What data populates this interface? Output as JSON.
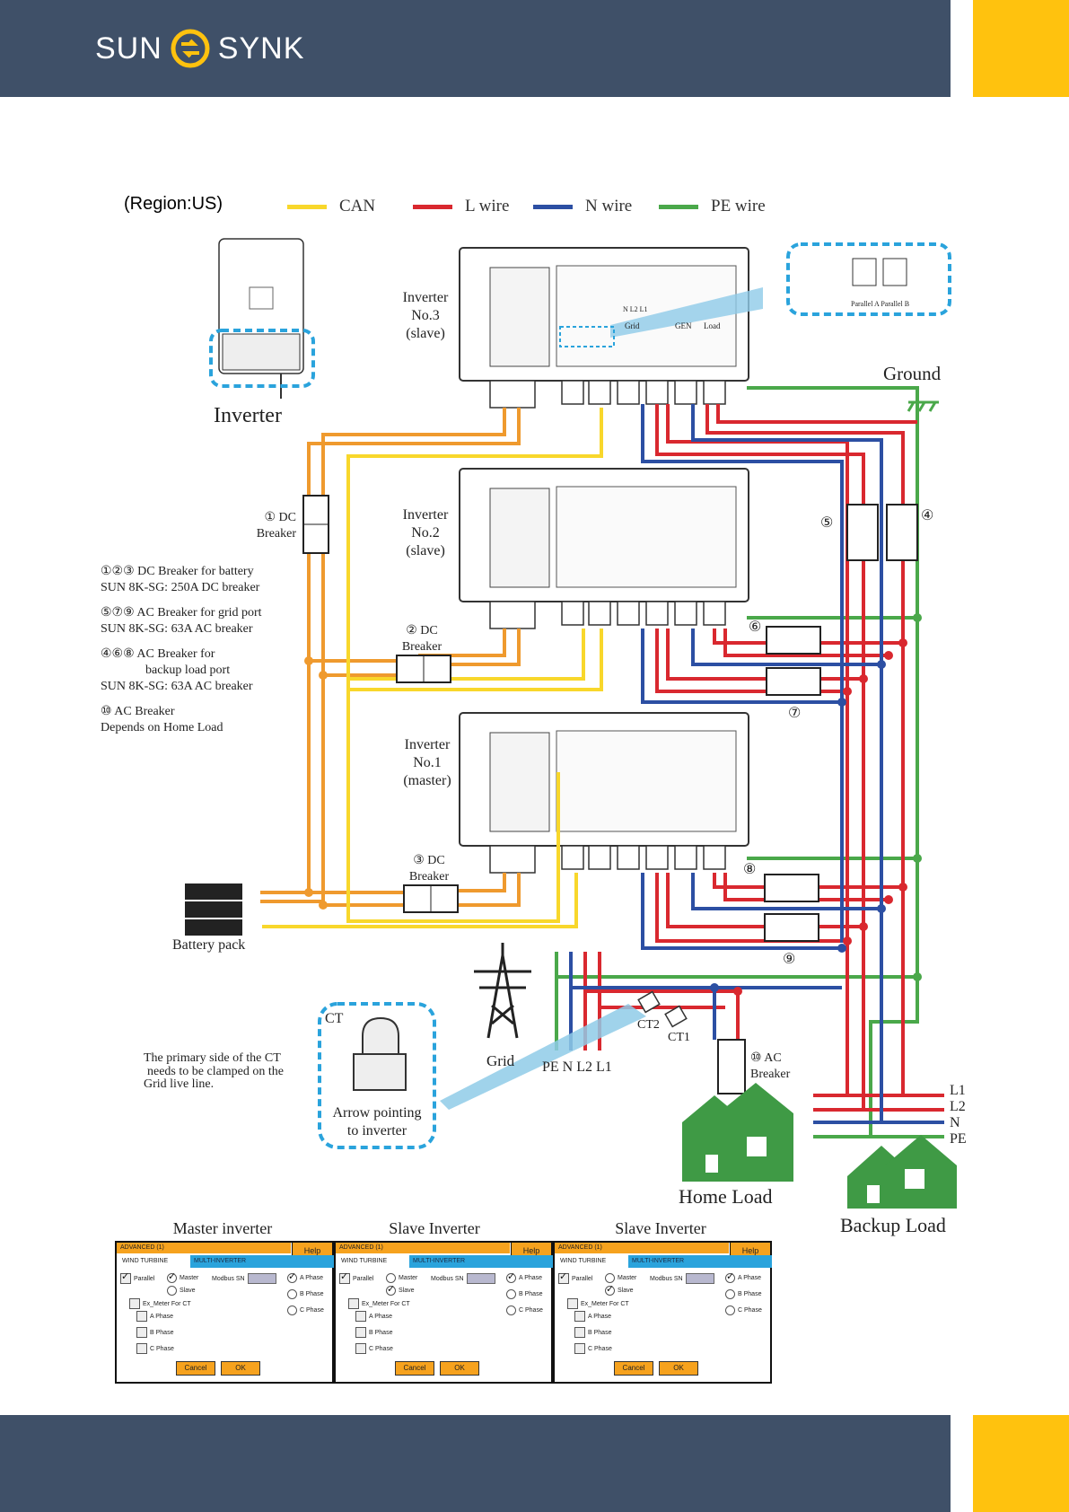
{
  "brand": {
    "name_left": "SUN",
    "name_right": "SYNK"
  },
  "colors": {
    "header": "#3f5068",
    "accent": "#ffc20e",
    "can": "#f8d72b",
    "l_wire": "#d9282f",
    "n_wire": "#2c4fa3",
    "pe_wire": "#4aa84a",
    "dc": "#ef9a2e",
    "highlight": "#2aa3dc"
  },
  "region": "(Region:US)",
  "legend": [
    {
      "label": "CAN",
      "color": "#f8d72b"
    },
    {
      "label": "L wire",
      "color": "#d9282f"
    },
    {
      "label": "N wire",
      "color": "#2c4fa3"
    },
    {
      "label": "PE wire",
      "color": "#4aa84a"
    }
  ],
  "inverter_label": "Inverter",
  "inverters": [
    {
      "line1": "Inverter",
      "line2": "No.3",
      "line3": "(slave)"
    },
    {
      "line1": "Inverter",
      "line2": "No.2",
      "line3": "(slave)"
    },
    {
      "line1": "Inverter",
      "line2": "No.1",
      "line3": "(master)"
    }
  ],
  "parallel_ports": "Parallel A  Parallel B",
  "port_labels": {
    "grid": "Grid",
    "gen": "GEN",
    "load": "Load",
    "nl": "N L2 L1"
  },
  "ground": "Ground",
  "dc_breakers": [
    {
      "line1": "① DC",
      "line2": "Breaker"
    },
    {
      "line1": "② DC",
      "line2": "Breaker"
    },
    {
      "line1": "③ DC",
      "line2": "Breaker"
    }
  ],
  "notes": [
    {
      "line1": "①②③ DC Breaker for battery",
      "line2": "SUN 8K-SG: 250A DC breaker"
    },
    {
      "line1": "⑤⑦⑨ AC Breaker for grid port",
      "line2": "SUN 8K-SG: 63A AC breaker"
    },
    {
      "line1": "④⑥⑧ AC Breaker for",
      "line2": "backup load port",
      "line3": "SUN 8K-SG: 63A AC breaker"
    },
    {
      "line1": "⑩ AC Breaker",
      "line2": "Depends on Home Load"
    }
  ],
  "ac_breaker_numbers": {
    "n4": "④",
    "n5": "⑤",
    "n6": "⑥",
    "n7": "⑦",
    "n8": "⑧",
    "n9": "⑨"
  },
  "battery_label": "Battery pack",
  "grid_label": "Grid",
  "grid_lines": "PE N L2 L1",
  "ct": {
    "ct2": "CT2",
    "ct1": "CT1",
    "title": "CT",
    "arrow_line1": "Arrow pointing",
    "arrow_line2": "to inverter"
  },
  "ct_note": {
    "line1": "The primary side of the CT",
    "line2": "needs to be clamped on the",
    "line3": "Grid live line."
  },
  "ac_breaker_10": {
    "line1": "⑩ AC",
    "line2": "Breaker"
  },
  "bus_labels": [
    "L1",
    "L2",
    "N",
    "PE"
  ],
  "home_load": "Home Load",
  "backup_load": "Backup Load",
  "panels": [
    {
      "title": "Master inverter",
      "mode": "master"
    },
    {
      "title": "Slave Inverter",
      "mode": "slave"
    },
    {
      "title": "Slave Inverter",
      "mode": "slave"
    }
  ],
  "panel_text": {
    "header": "ADVANCED (1)",
    "help": "Help",
    "tab1": "WIND TURBINE",
    "tab2": "MULTI-INVERTER",
    "parallel": "Parallel",
    "master": "Master",
    "slave": "Slave",
    "modbus": "Modbus SN",
    "a_phase": "A Phase",
    "b_phase": "B Phase",
    "c_phase": "C Phase",
    "ex_meter": "Ex_Meter For CT",
    "cancel": "Cancel",
    "ok": "OK"
  }
}
